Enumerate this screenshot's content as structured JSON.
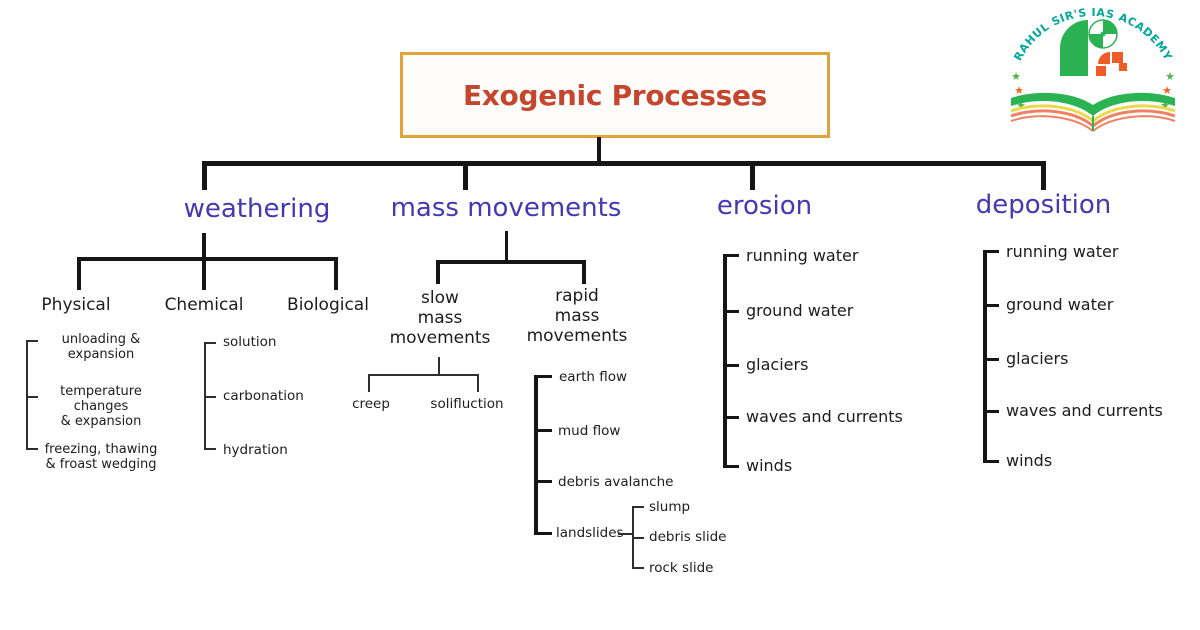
{
  "title": "Exogenic Processes",
  "colors": {
    "title_text": "#c5462f",
    "title_border": "#e1a33c",
    "branch_label": "#4539b2",
    "line": "#161616",
    "text": "#1c1c1c",
    "logo_teal": "#00a79b",
    "logo_green": "#2bb353",
    "logo_yellow": "#ead94a",
    "logo_orange": "#f08262",
    "logo_star_orange": "#f26522",
    "logo_star_green": "#4cb648"
  },
  "branches": {
    "weathering": {
      "label": "weathering",
      "children": {
        "physical": {
          "label": "Physical",
          "items": [
            "unloading &\nexpansion",
            "temperature\nchanges\n& expansion",
            "freezing, thawing\n& froast wedging"
          ]
        },
        "chemical": {
          "label": "Chemical",
          "items": [
            "solution",
            "carbonation",
            "hydration"
          ]
        },
        "biological": {
          "label": "Biological"
        }
      }
    },
    "mass_movements": {
      "label": "mass movements",
      "children": {
        "slow": {
          "label": "slow\nmass\nmovements",
          "items": [
            "creep",
            "solifluction"
          ]
        },
        "rapid": {
          "label": "rapid\nmass\nmovements",
          "items": [
            "earth flow",
            "mud flow",
            "debris avalanche",
            "landslides"
          ],
          "landslides_items": [
            "slump",
            "debris slide",
            "rock slide"
          ]
        }
      }
    },
    "erosion": {
      "label": "erosion",
      "items": [
        "running water",
        "ground water",
        "glaciers",
        "waves and currents",
        "winds"
      ]
    },
    "deposition": {
      "label": "deposition",
      "items": [
        "running water",
        "ground water",
        "glaciers",
        "waves and currents",
        "winds"
      ]
    }
  },
  "logo": {
    "arc_text": "RAHUL SIR'S IAS ACADEMY",
    "star": "★"
  }
}
